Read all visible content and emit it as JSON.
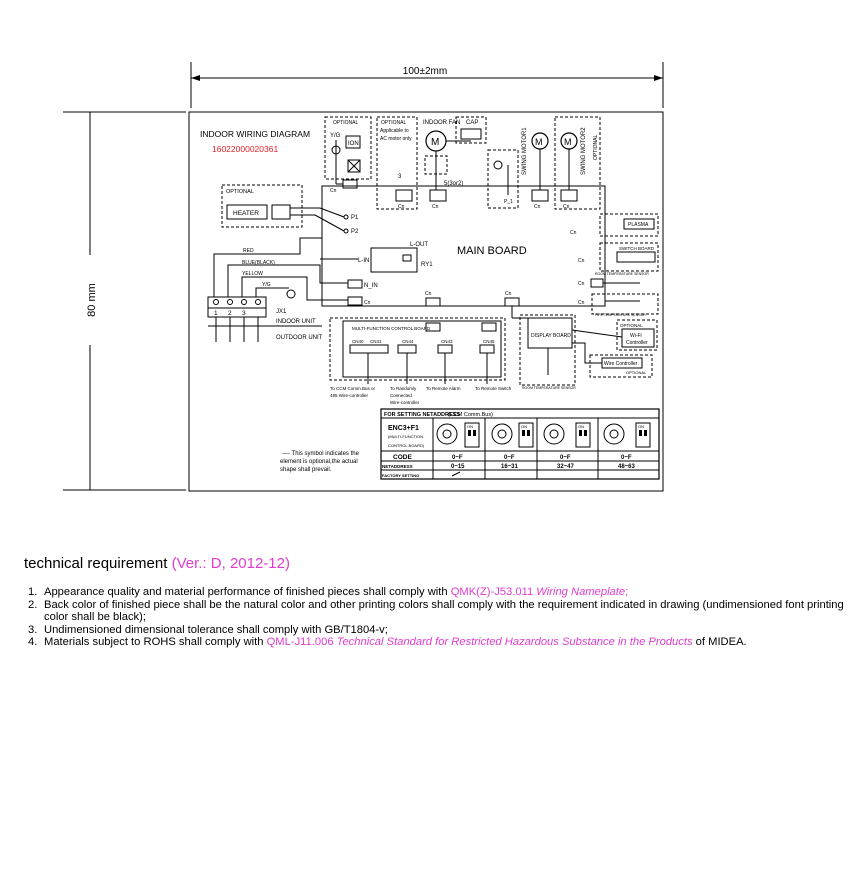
{
  "dimension": {
    "width_label": "100±2mm",
    "height_label": "80 mm"
  },
  "diagram": {
    "title": "INDOOR WIRING DIAGRAM",
    "code": "16022000020361",
    "main_board": "MAIN BOARD",
    "labels": {
      "optional": "OPTIONAL",
      "yg": "Y/G",
      "ion": "ION",
      "applicable": "Applicable to",
      "ac_motor": "AC motor only",
      "indoor_fan": "INDOOR FAN",
      "cap": "CAP",
      "m": "M",
      "swing1": "SWING MOTOR1",
      "swing2": "SWING MOTOR2",
      "five": "5(3or2)",
      "three": "3",
      "p1": "P1",
      "p2": "P2",
      "heater": "HEATER",
      "l_out": "L-OUT",
      "l_in": "L-IN",
      "ry1": "RY1",
      "n_in": "N_IN",
      "red": "RED",
      "blue": "BLUE(BLACK)",
      "yellow": "YELLOW",
      "jx1": "JX1",
      "indoor_unit": "INDOOR UNIT",
      "outdoor_unit": "OUTDOOR UNIT",
      "cn": "Cn",
      "p_1": "P_1",
      "plasma": "PLASMA",
      "switch_board": "SWITCH BOARD",
      "multi": "MULTI-FUNCTION CONTROL BOARD",
      "display": "DISPLAY BOARD",
      "wifi": "Wi-Fi",
      "controller": "Controller",
      "wire_controller": "Wire Controller",
      "ccm": "To CCM Comm.Bus or",
      "ccm2": "485 Wire-controller",
      "rand": "To Randomly",
      "rand2": "Connected",
      "rand3": "Wire-controller",
      "alarm": "To Remote Alarm",
      "rswitch": "To Remote Switch",
      "cn40": "CN40",
      "cn41": "CN41",
      "cn44": "CN44",
      "cn43": "CN43",
      "cn45": "CN45",
      "term": [
        "1",
        "2",
        "3"
      ],
      "room_sensor": "ROOM TEMPERATURE SENSOR",
      "pipe_sensor": "PIPE TEMPERATURE SENSOR",
      "legend1": "---- This symbol indicates the",
      "legend2": "element is optional,the actual",
      "legend3": "shape shall prevail."
    },
    "netaddress": {
      "header": "FOR SETTING NETADDRESS",
      "header_sub": "(CCM Comm.Bus)",
      "enc": "ENC3+F1",
      "enc_sub1": "(MULTI-FUNCTION",
      "enc_sub2": "CONTROL BOARD)",
      "code_label": "CODE",
      "net_label": "NETADDRESS",
      "factory_label": "FACTORY SETTING",
      "on": "ON",
      "codes": [
        "0~F",
        "0~F",
        "0~F",
        "0~F"
      ],
      "ranges": [
        "0~15",
        "16~31",
        "32~47",
        "48~63"
      ]
    }
  },
  "requirements": {
    "title": "technical requirement",
    "version": "(Ver.: D, 2012-12)",
    "items": [
      {
        "num": "1.",
        "pre": "Appearance quality and material performance of finished pieces shall comply with ",
        "ref": "QMK(Z)-J53.011",
        "ref_title": "Wiring Nameplate",
        "post": ";"
      },
      {
        "num": "2.",
        "text": "Back color of finished piece shall be the natural color and other printing colors shall comply with the requirement indicated in drawing (undimensioned font printing color shall be black);"
      },
      {
        "num": "3.",
        "text": "Undimensioned dimensional tolerance shall comply with GB/T1804-v;"
      },
      {
        "num": "4.",
        "pre": "Materials subject to ROHS shall comply with ",
        "ref": "QML-J11.006",
        "ref_title": "Technical Standard for Restricted Hazardous Substance in the Products",
        "post": " of MIDEA."
      }
    ]
  },
  "colors": {
    "accent_red": "#e0202a",
    "accent_pink": "#e03ccf"
  }
}
